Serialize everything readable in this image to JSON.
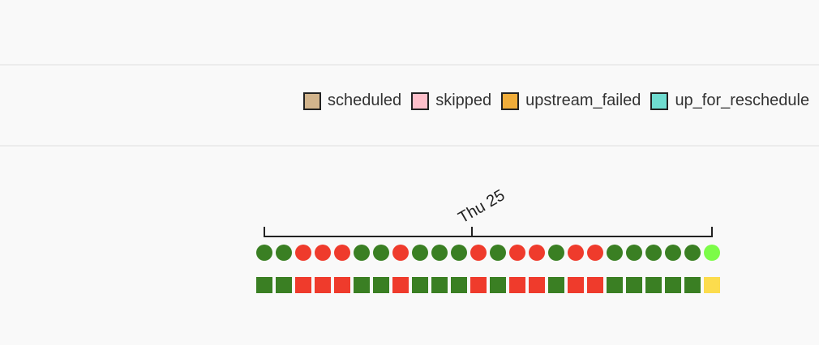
{
  "legend": {
    "items": [
      {
        "label": "scheduled",
        "color": "#d2b48c"
      },
      {
        "label": "skipped",
        "color": "#ffc0cb"
      },
      {
        "label": "upstream_failed",
        "color": "#f0ad3a"
      },
      {
        "label": "up_for_reschedule",
        "color": "#6fdcd0"
      }
    ]
  },
  "timeline": {
    "date_label": "Thu 25"
  },
  "colors": {
    "success": "#3a7f23",
    "failed": "#ef3b2c",
    "running": "#7cfc48",
    "queued": "#fcdc4d"
  },
  "dag_runs": [
    "success",
    "success",
    "failed",
    "failed",
    "failed",
    "success",
    "success",
    "failed",
    "success",
    "success",
    "success",
    "failed",
    "success",
    "failed",
    "failed",
    "success",
    "failed",
    "failed",
    "success",
    "success",
    "success",
    "success",
    "success",
    "running"
  ],
  "task_instances": [
    "success",
    "success",
    "failed",
    "failed",
    "failed",
    "success",
    "success",
    "failed",
    "success",
    "success",
    "success",
    "failed",
    "success",
    "failed",
    "failed",
    "success",
    "failed",
    "failed",
    "success",
    "success",
    "success",
    "success",
    "success",
    "queued"
  ]
}
